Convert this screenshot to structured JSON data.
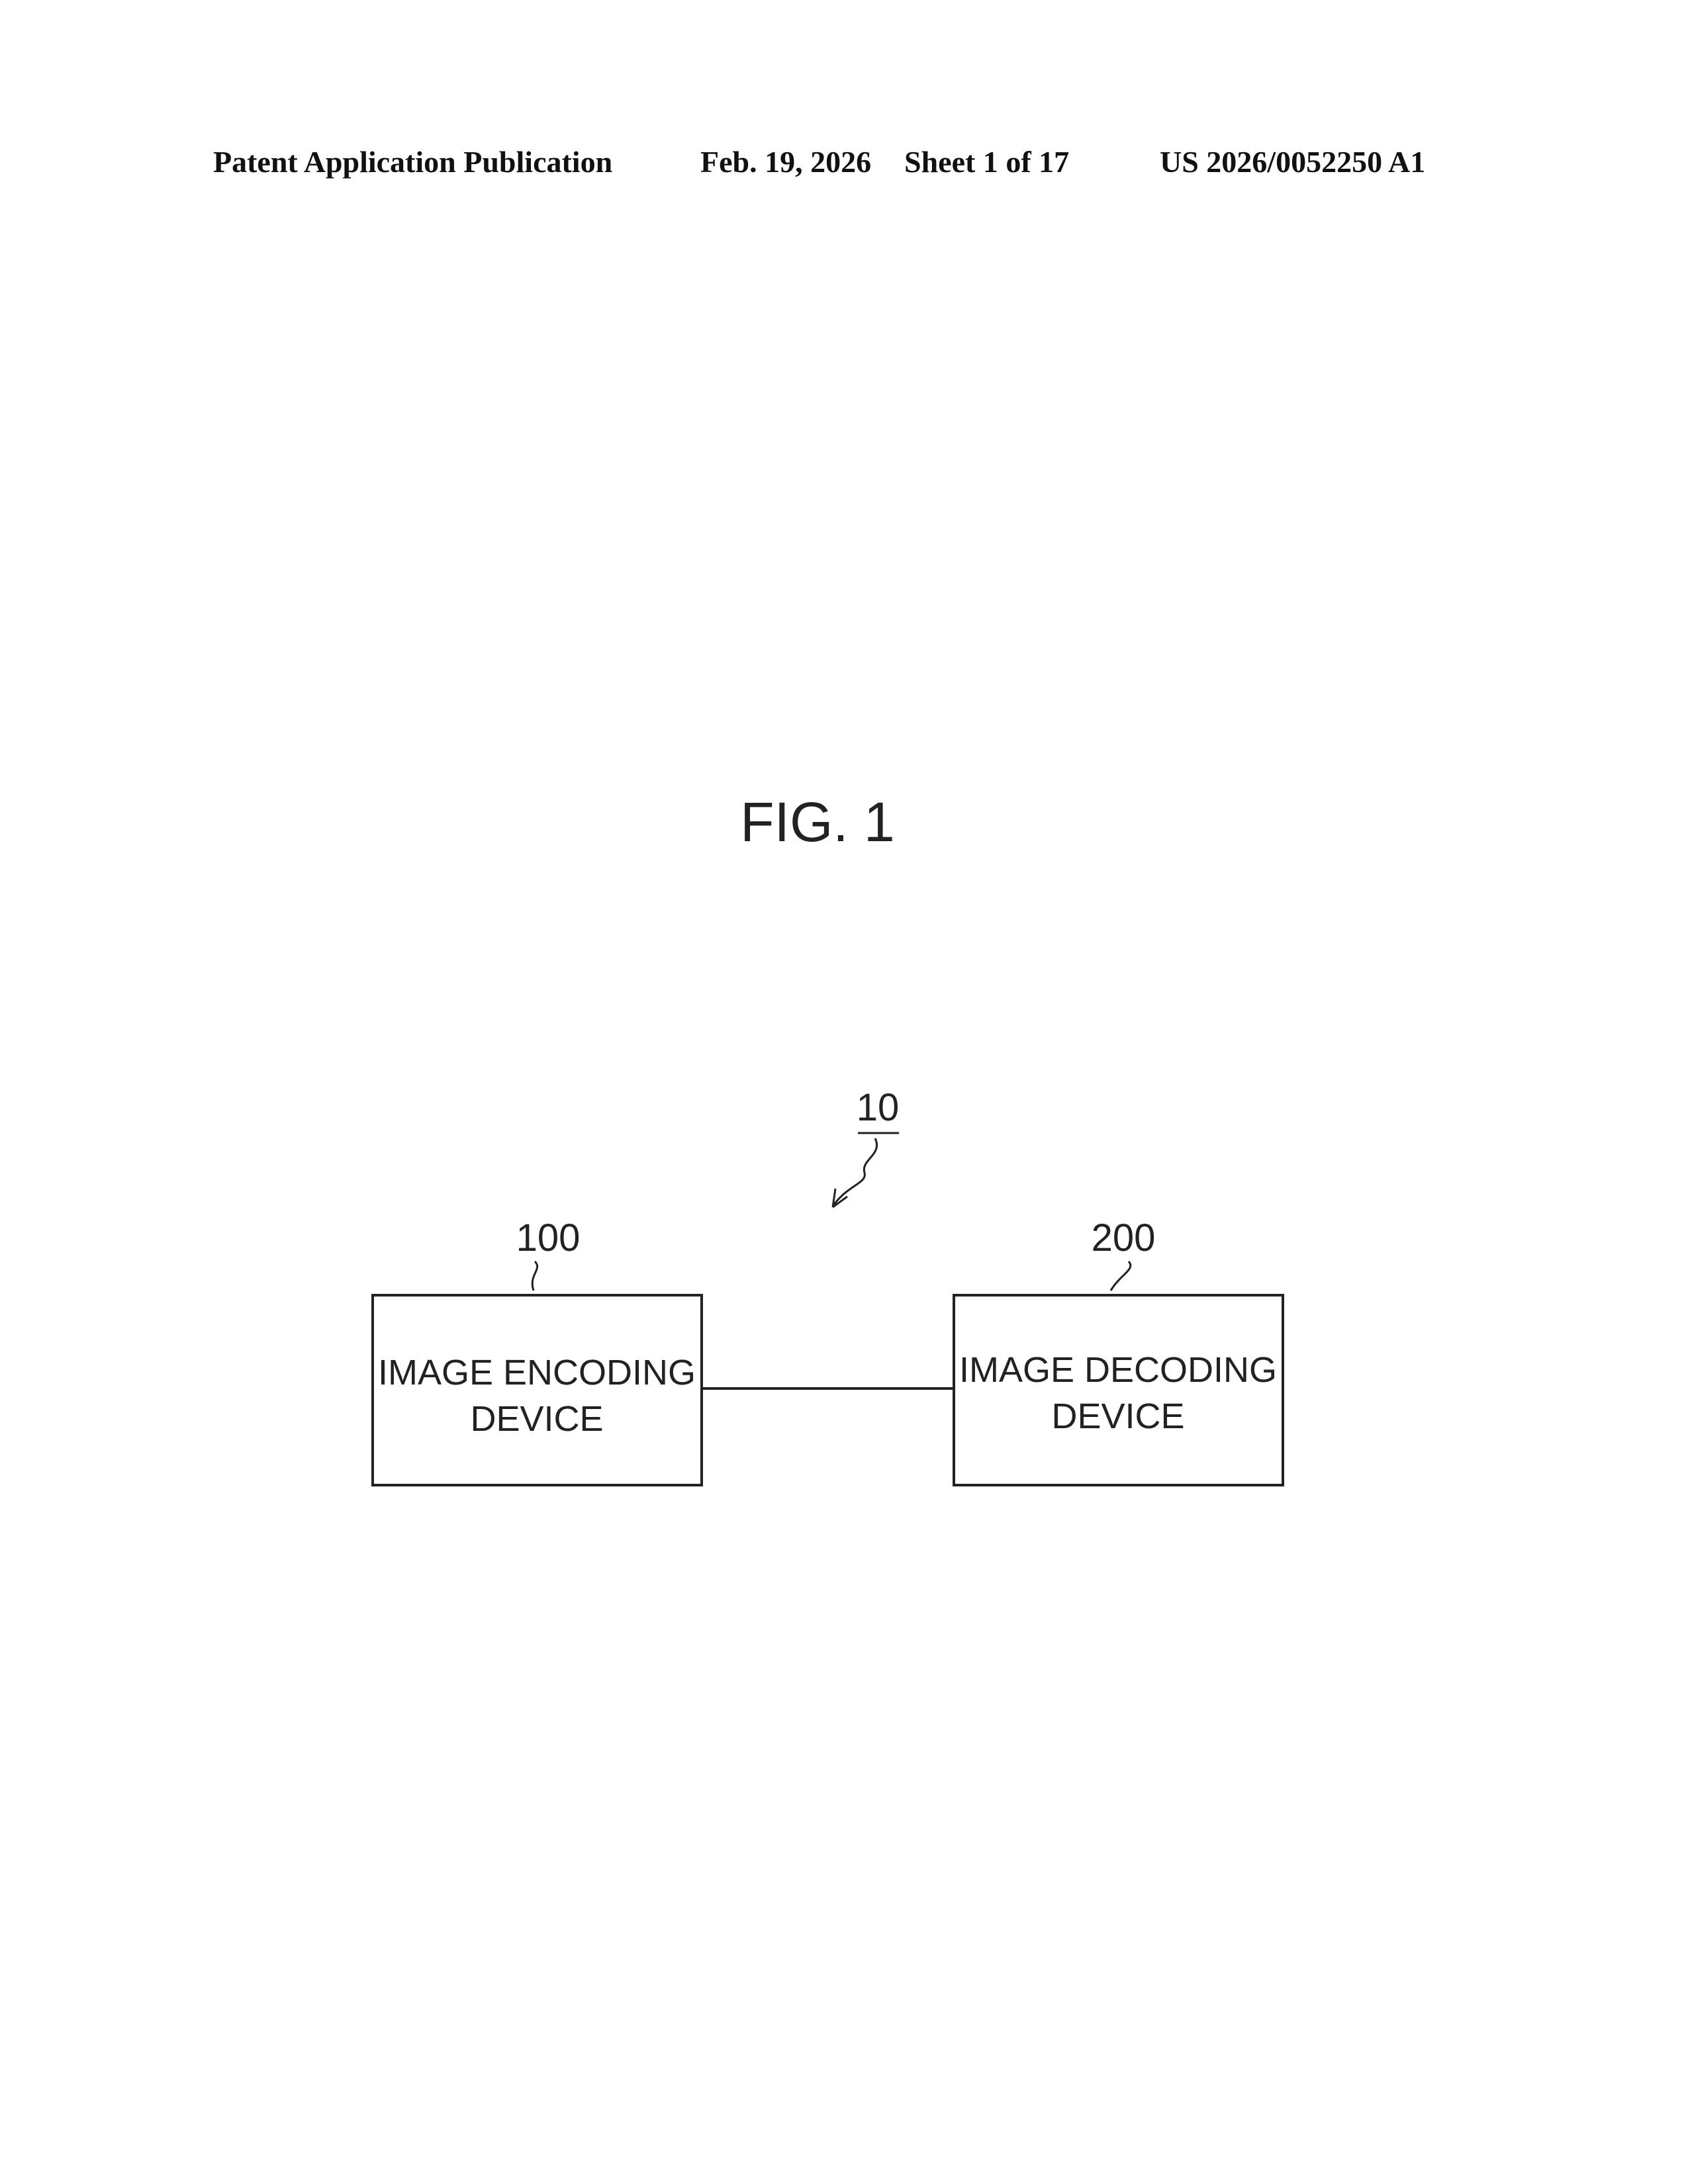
{
  "header": {
    "publication": "Patent Application Publication",
    "date": "Feb. 19, 2026",
    "sheet": "Sheet 1 of 17",
    "number": "US 2026/0052250 A1"
  },
  "figure": {
    "title": "FIG. 1",
    "system_ref": "10",
    "encoder": {
      "ref": "100",
      "line1": "IMAGE ENCODING",
      "line2": "DEVICE"
    },
    "decoder": {
      "ref": "200",
      "line1": "IMAGE DECODING",
      "line2": "DEVICE"
    }
  },
  "colors": {
    "ink": "#222222",
    "background": "#ffffff"
  }
}
